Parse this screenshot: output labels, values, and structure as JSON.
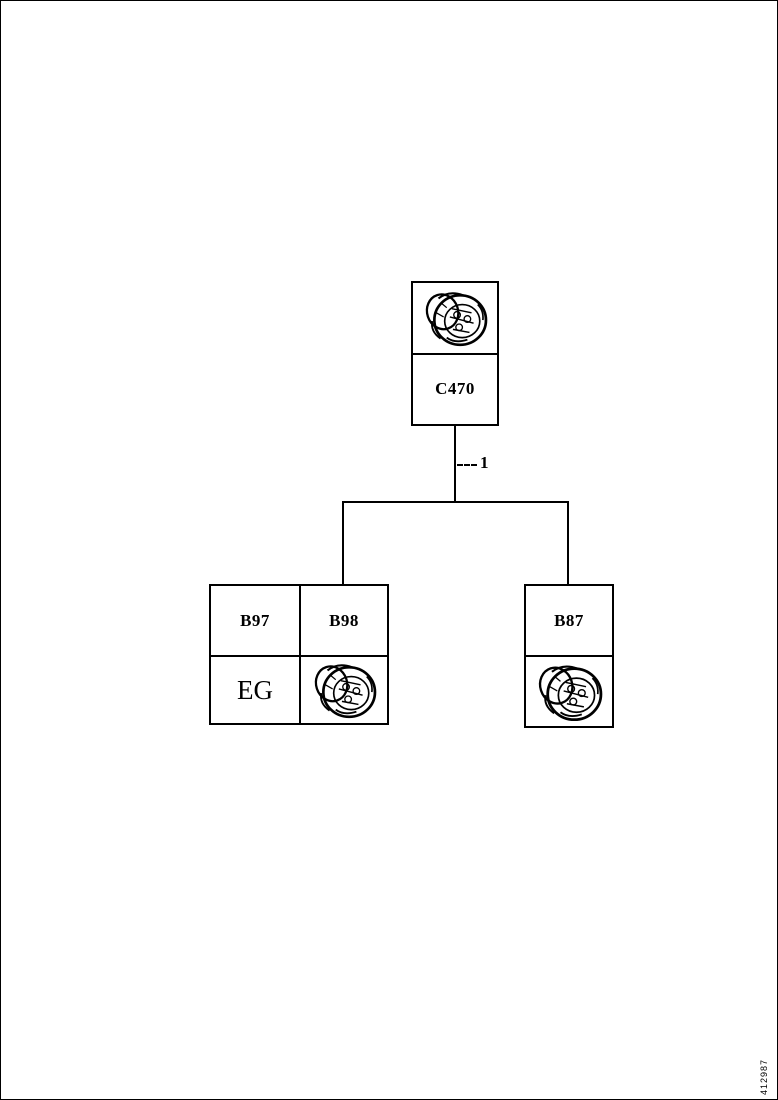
{
  "page": {
    "footer_code": "412987"
  },
  "diagram": {
    "top_node": {
      "label": "C470",
      "icon": "round-connector"
    },
    "callout": {
      "number": "1"
    },
    "left_node": {
      "cells": [
        {
          "label": "B97"
        },
        {
          "label": "B98"
        }
      ],
      "variant_label": "EG",
      "icon": "round-connector"
    },
    "right_node": {
      "label": "B87",
      "icon": "round-connector"
    },
    "colors": {
      "line": "#000000",
      "background": "#ffffff"
    }
  }
}
